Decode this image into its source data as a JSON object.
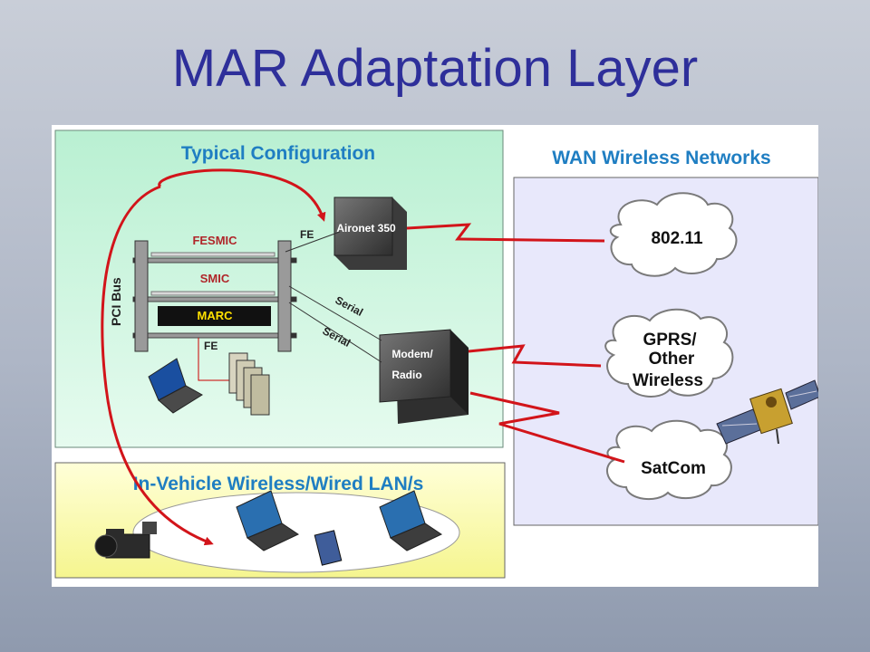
{
  "slide": {
    "title": "MAR Adaptation Layer"
  },
  "typical_config": {
    "heading": "Typical Configuration",
    "cards": [
      "FESMIC",
      "SMIC",
      "MARC"
    ],
    "bus_label": "PCI Bus",
    "router_label": "Aironet 350",
    "modem_label_line1": "Modem/",
    "modem_label_line2": "Radio",
    "link_fe_top": "FE",
    "link_fe_bottom": "FE",
    "link_serial_1": "Serial",
    "link_serial_2": "Serial"
  },
  "wan": {
    "heading": "WAN Wireless Networks",
    "clouds": {
      "wifi": "802.11",
      "gprs_line1": "GPRS/",
      "gprs_line2": "Other",
      "gprs_line3": "Wireless",
      "satcom": "SatCom"
    }
  },
  "lan": {
    "heading": "In-Vehicle Wireless/Wired LAN/s"
  },
  "colors": {
    "title": "#2e2f9a",
    "heading": "#1f7ec2",
    "card_label": "#b0262a",
    "arrow": "#d2141a",
    "typical_bg": "#c8f5dc",
    "wan_bg": "#e8e8fb",
    "lan_bg": "#fbfbb9"
  }
}
